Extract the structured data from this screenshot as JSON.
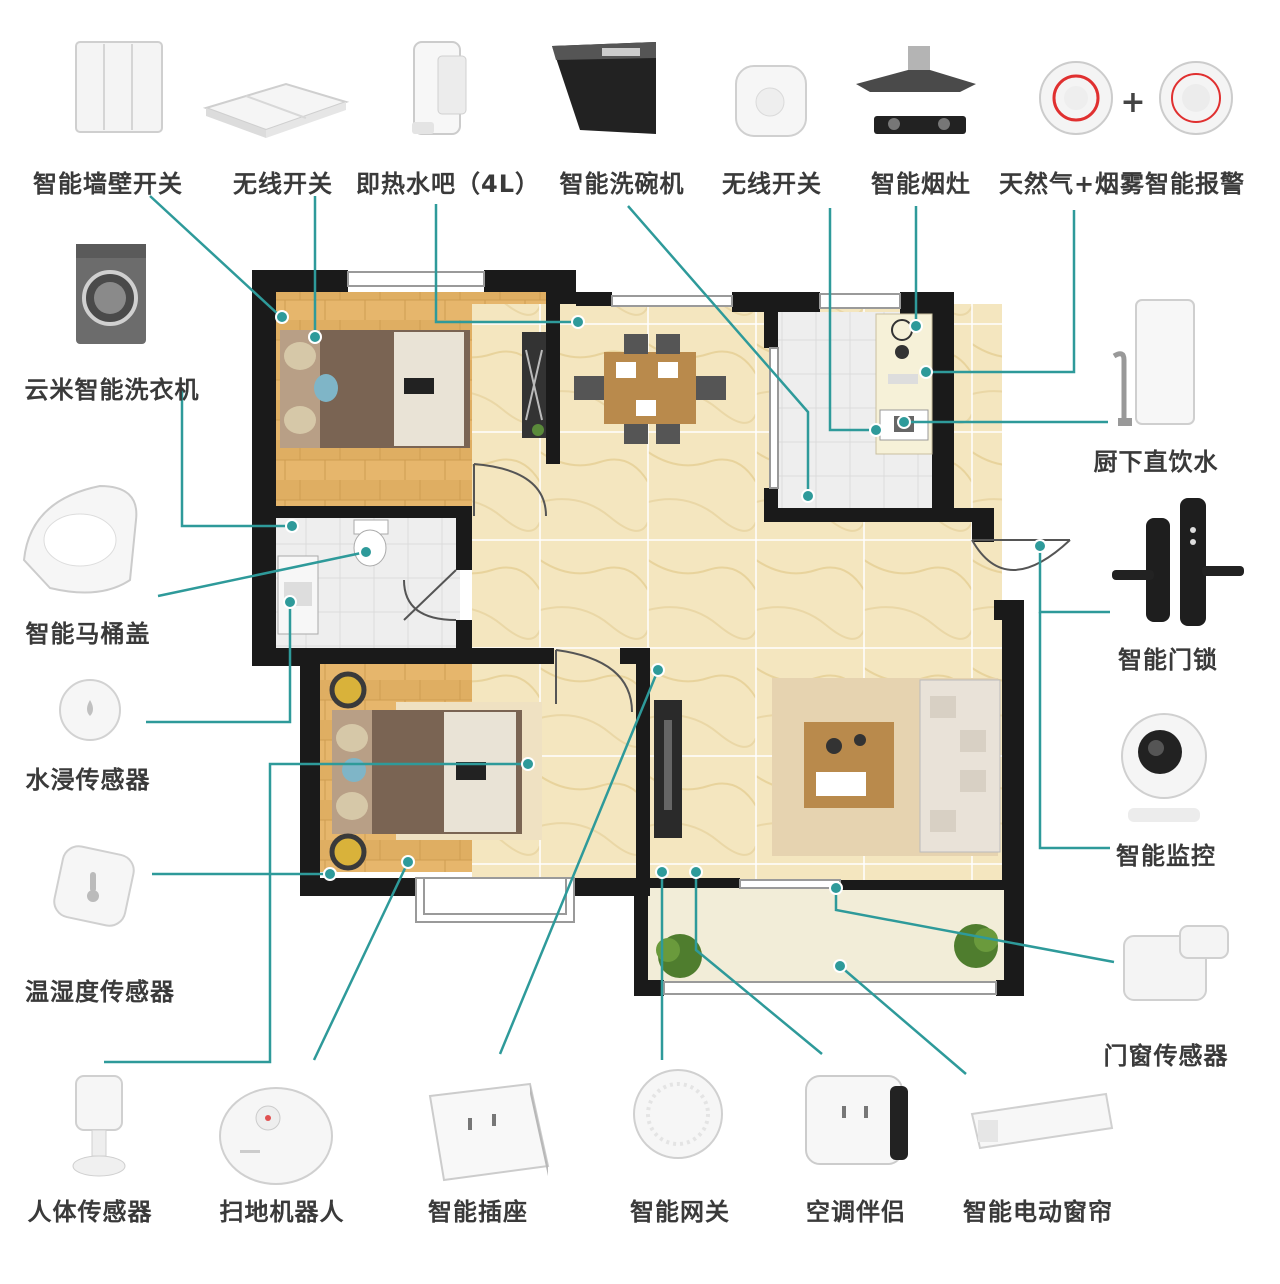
{
  "labels": {
    "wall_switch": "智能墙壁开关",
    "wireless_switch_1": "无线开关",
    "water_dispenser": "即热水吧（4L）",
    "dishwasher": "智能洗碗机",
    "wireless_switch_2": "无线开关",
    "smart_stove": "智能烟灶",
    "gas_smoke_alarm": "天然气+烟雾智能报警",
    "washing_machine": "云米智能洗衣机",
    "under_sink_water": "厨下直饮水",
    "toilet_lid": "智能马桶盖",
    "door_lock": "智能门锁",
    "water_sensor": "水浸传感器",
    "camera": "智能监控",
    "temp_humidity": "温湿度传感器",
    "window_sensor": "门窗传感器",
    "motion_sensor": "人体传感器",
    "robot_vacuum": "扫地机器人",
    "smart_socket": "智能插座",
    "gateway": "智能网关",
    "ac_companion": "空调伴侣",
    "curtain": "智能电动窗帘"
  },
  "plus_sign": "+",
  "colors": {
    "line": "#2e9a9a",
    "wall": "#1a1a1a",
    "wood": "#e3b36a",
    "marble": "#f3e7c2",
    "tile": "#ececec"
  }
}
